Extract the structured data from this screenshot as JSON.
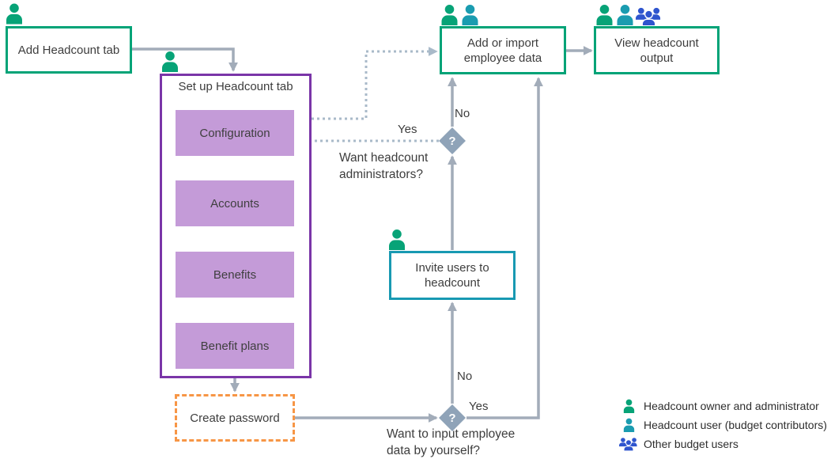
{
  "nodes": {
    "add_tab": {
      "label": "Add Headcount tab"
    },
    "setup": {
      "title": "Set up Headcount tab",
      "steps": [
        "Configuration",
        "Accounts",
        "Benefits",
        "Benefit plans"
      ]
    },
    "create_password": {
      "label": "Create password"
    },
    "invite_users": {
      "label": "Invite users to headcount"
    },
    "add_import": {
      "label": "Add or import employee data"
    },
    "view_output": {
      "label": "View headcount output"
    }
  },
  "decisions": {
    "admins": {
      "mark": "?",
      "yes": "Yes",
      "no": "No",
      "question": "Want headcount administrators?"
    },
    "self_input": {
      "mark": "?",
      "yes": "Yes",
      "no": "No",
      "question": "Want to input employee data by yourself?"
    }
  },
  "legend": {
    "items": [
      {
        "icon": "person-green-icon",
        "label": "Headcount owner and administrator"
      },
      {
        "icon": "person-teal-icon",
        "label": "Headcount user (budget contributors)"
      },
      {
        "icon": "people-blue-icon",
        "label": "Other budget users"
      }
    ]
  },
  "colors": {
    "green": "#00a377",
    "teal": "#1a9cb0",
    "purple_border": "#7a35a8",
    "purple_fill": "#c49bd8",
    "orange": "#f79646",
    "blue": "#2f55ce",
    "connector": "#a2acb9",
    "dotted_connector": "#a9bac9",
    "diamond": "#8fa3b8",
    "text": "#3d3d3d"
  }
}
